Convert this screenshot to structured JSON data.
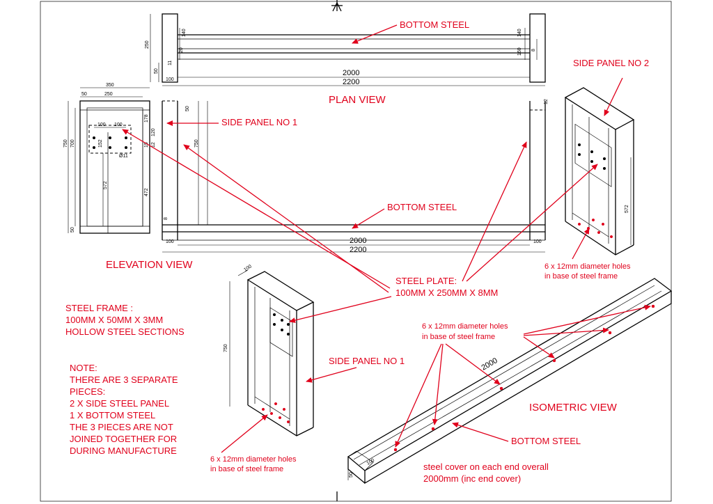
{
  "labels": {
    "bottom_steel_plan": "BOTTOM STEEL",
    "side_panel_2": "SIDE PANEL NO 2",
    "plan_view": "PLAN VIEW",
    "side_panel_1_top": "SIDE PANEL NO 1",
    "bottom_steel_elev": "BOTTOM STEEL",
    "elevation_view": "ELEVATION VIEW",
    "holes_right_1": "6 x 12mm diameter holes",
    "holes_right_2": "in base of steel frame",
    "steel_plate_1": "STEEL PLATE:",
    "steel_plate_2": "100MM X 250MM X 8MM",
    "steel_frame_1": "STEEL FRAME :",
    "steel_frame_2": "100MM X 50MM X 3MM",
    "steel_frame_3": "HOLLOW STEEL SECTIONS",
    "holes_mid_1": "6 x 12mm diameter holes",
    "holes_mid_2": "in base of steel frame",
    "side_panel_1_mid": "SIDE PANEL NO 1",
    "isometric_view": "ISOMETRIC VIEW",
    "note_lines": [
      "NOTE:",
      "THERE ARE 3 SEPARATE",
      "PIECES:",
      "2 X SIDE STEEL PANEL",
      "1 X BOTTOM STEEL",
      "THE 3 PIECES ARE NOT",
      "JOINED TOGETHER FOR",
      "DURING MANUFACTURE"
    ],
    "bottom_steel_iso": "BOTTOM STEEL",
    "holes_left_1": "6 x 12mm diameter holes",
    "holes_left_2": "in base of steel frame",
    "cover_1": "steel cover on each end overall",
    "cover_2": "2000mm (inc end cover)"
  },
  "dims": {
    "plan_2000": "2000",
    "plan_2200": "2200",
    "plan_250": "250",
    "plan_50": "50",
    "plan_100": "100",
    "plan_140a": "140",
    "plan_140b": "140",
    "plan_160": "160",
    "plan_20": "20",
    "plan_11": "11",
    "plan_8": "8",
    "elev_2000": "2000",
    "elev_2200": "2200",
    "elev_100a": "100",
    "elev_100b": "100",
    "elev_750": "750",
    "elev_50": "50",
    "elev_8": "8",
    "elev_12": "12",
    "side_350": "350",
    "side_50": "50",
    "side_250": "250",
    "side_100a": "100",
    "side_100b": "100",
    "side_750": "750",
    "side_700": "700",
    "side_178": "178",
    "side_120": "120",
    "side_572": "572",
    "side_472": "472",
    "side_50b": "50",
    "side_152": "152",
    "side_15": "15",
    "side_12": "12",
    "side_11": "Ø11",
    "p2_572": "572",
    "p1_750": "750",
    "p1_100": "100",
    "iso_2000": "2000",
    "iso_50": "50",
    "iso_100": "100"
  }
}
